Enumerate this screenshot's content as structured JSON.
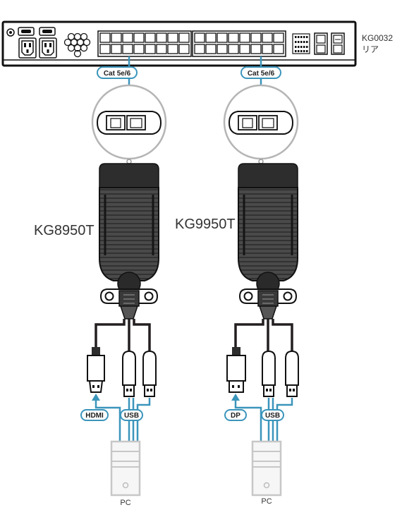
{
  "switch": {
    "model": "KG0032",
    "side_label": "リア"
  },
  "connection_badges": {
    "left_cable": "Cat 5e/6",
    "right_cable": "Cat 5e/6"
  },
  "adapters": {
    "left_model": "KG8950T",
    "right_model": "KG9950T"
  },
  "left_pc": {
    "video_label": "HDMI",
    "usb_label": "USB",
    "pc_label": "PC"
  },
  "right_pc": {
    "video_label": "DP",
    "usb_label": "USB",
    "pc_label": "PC"
  },
  "colors": {
    "accent": "#3b95bb",
    "outline": "#231f20",
    "pc_grey": "#bdbdbd",
    "adapter_body": "#3a3a3a"
  }
}
